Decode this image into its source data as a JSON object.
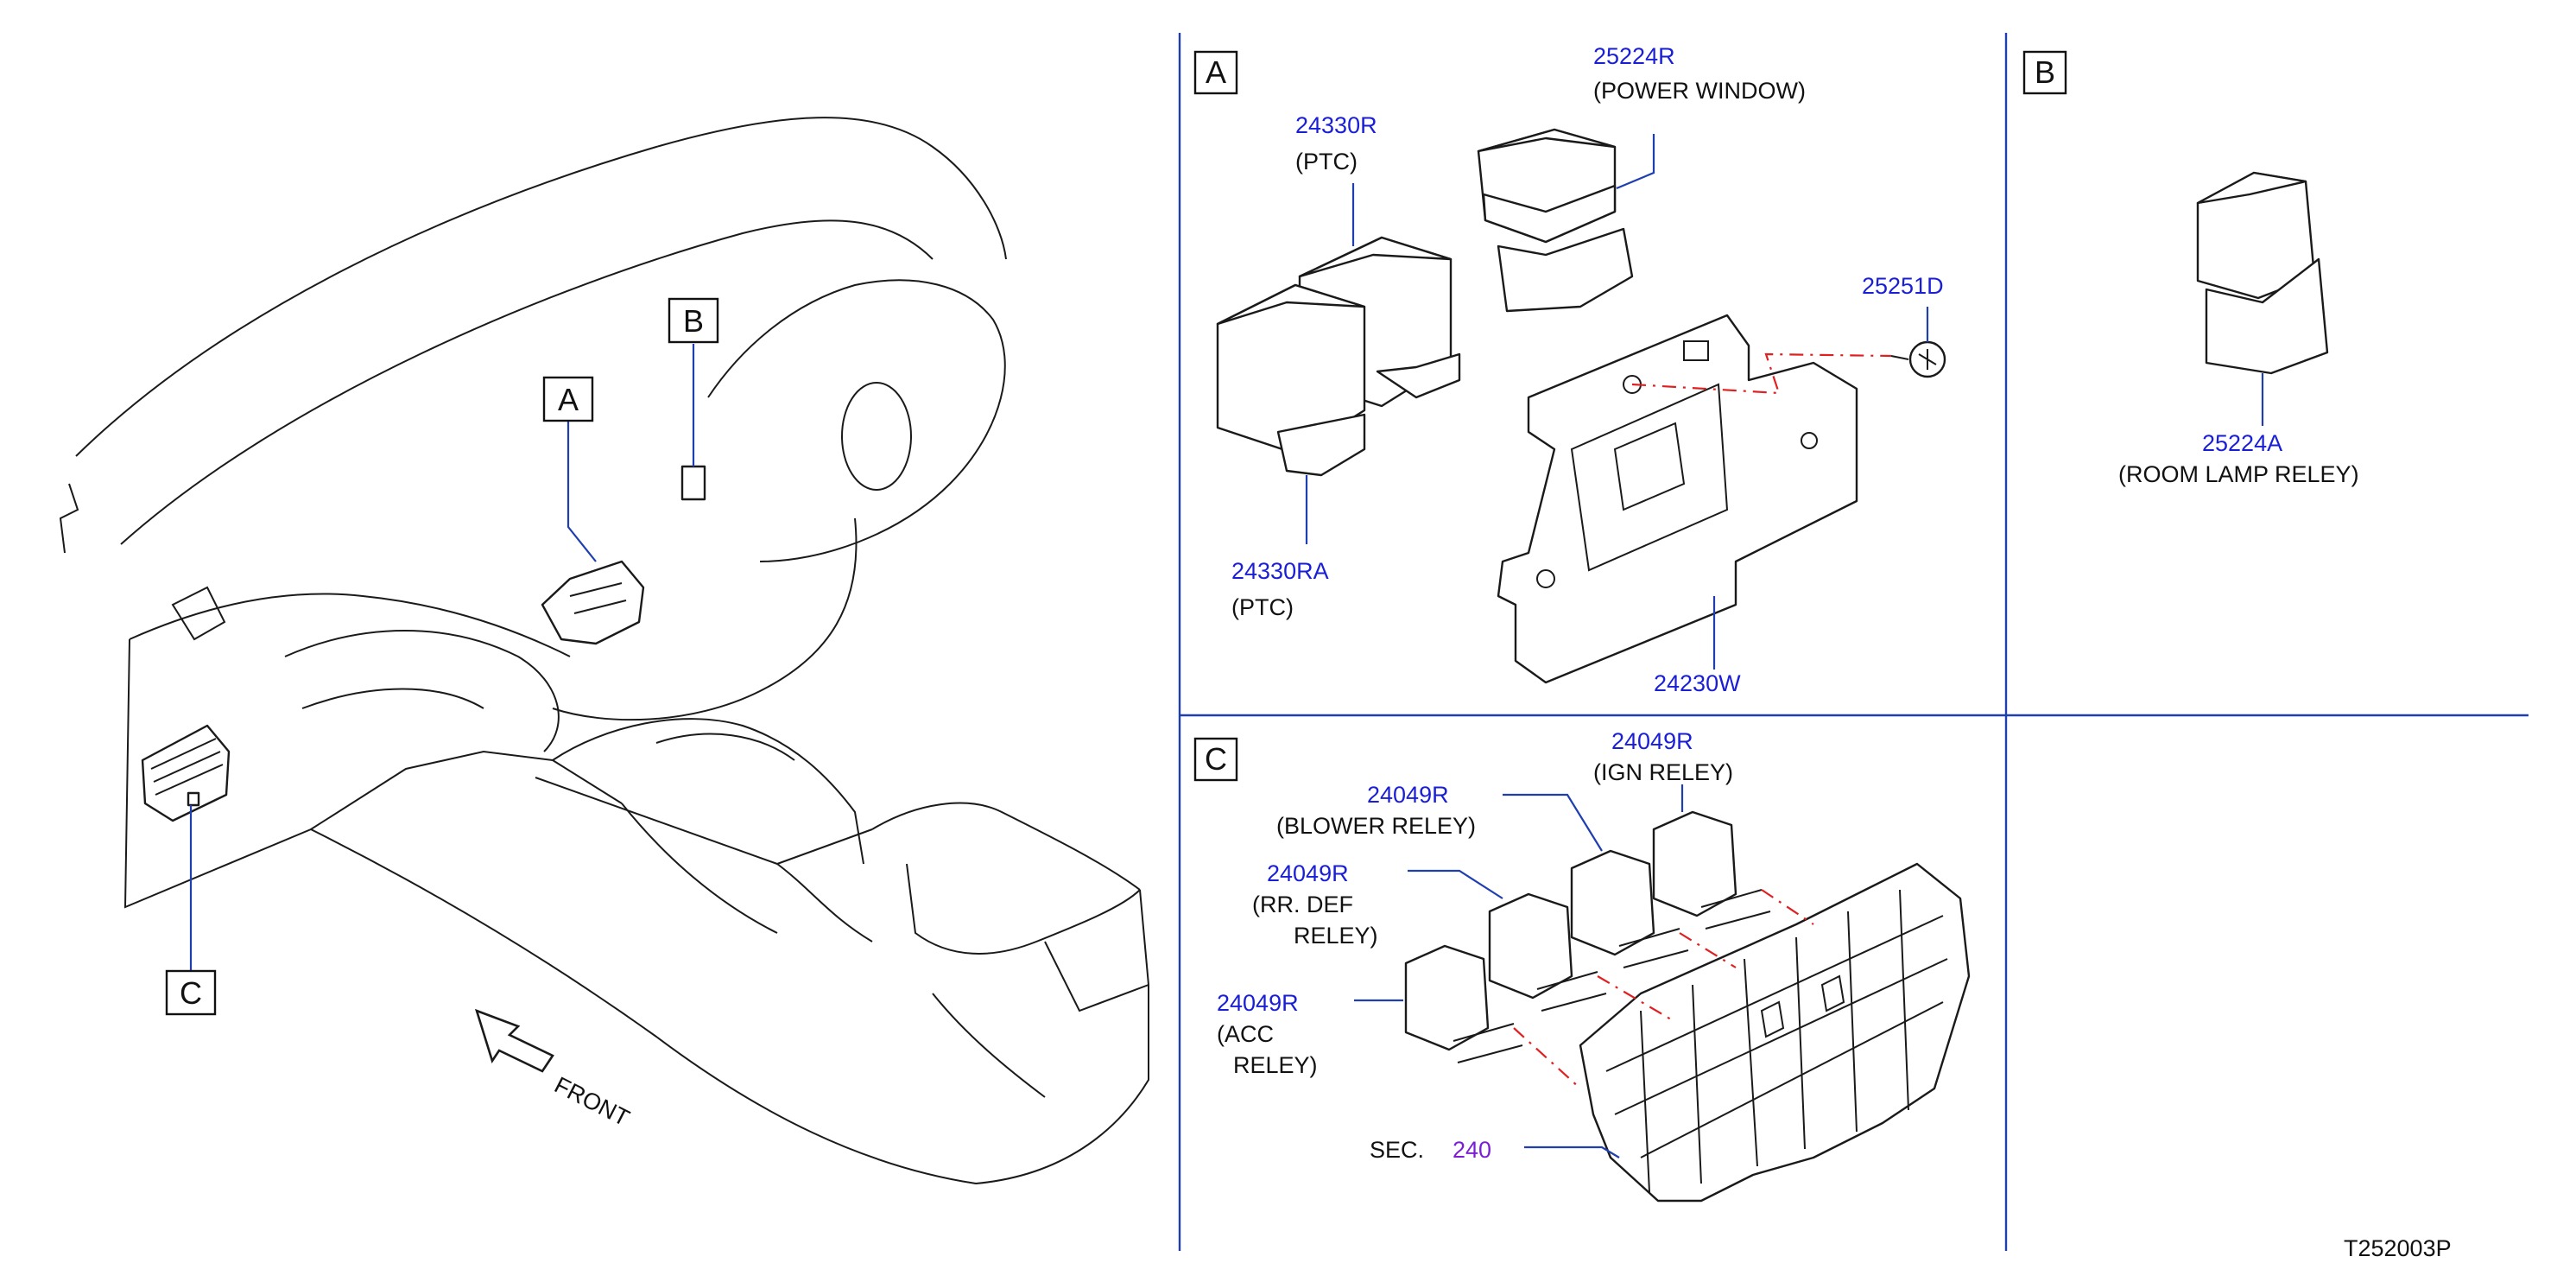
{
  "section_labels": {
    "a": "A",
    "b": "B",
    "c": "C"
  },
  "callouts": {
    "p25224R": "25224R",
    "p25224R_desc": "(POWER   WINDOW)",
    "p24330R": "24330R",
    "p24330R_desc": "(PTC)",
    "p24330RA": "24330RA",
    "p24330RA_desc": "(PTC)",
    "p25251D": "25251D",
    "p24230W": "24230W",
    "p25224A": "25224A",
    "p25224A_desc": "(ROOM   LAMP   RELEY)",
    "ign_pn": "24049R",
    "ign_desc": "(IGN   RELEY)",
    "blower_pn": "24049R",
    "blower_desc": "(BLOWER   RELEY)",
    "rrdef_pn": "24049R",
    "rrdef_desc1": "(RR.   DEF",
    "rrdef_desc2": "RELEY)",
    "acc_pn": "24049R",
    "acc_desc1": "(ACC",
    "acc_desc2": "RELEY)",
    "sec_label": "SEC.",
    "sec_num": "240"
  },
  "front_label": "FRONT",
  "drawing_id": "T252003P",
  "colors": {
    "part_number": "#1a1fd6",
    "section_ref": "#7b1fd6",
    "leader": "#1f3fb0",
    "hidden_line": "#e02020"
  }
}
